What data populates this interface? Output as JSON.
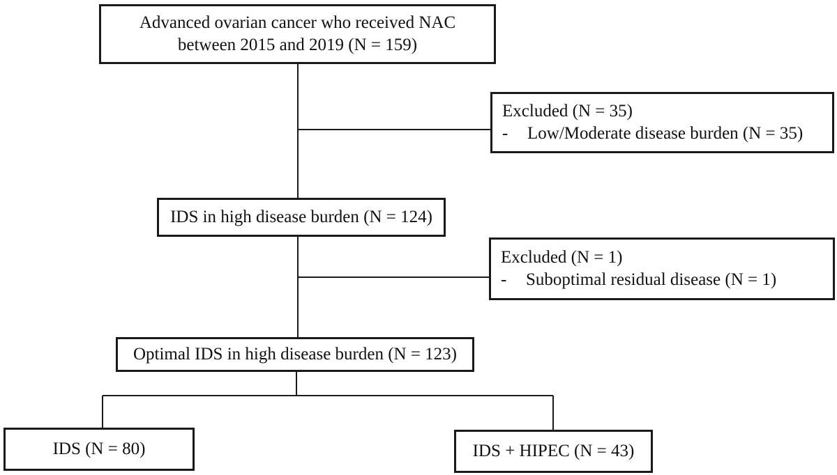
{
  "start": {
    "line1": "Advanced ovarian cancer who received NAC",
    "line2": "between 2015 and 2019 (N = 159)"
  },
  "exclusion1": {
    "title": "Excluded (N = 35)",
    "bullet": "-",
    "item": "Low/Moderate disease burden (N = 35)"
  },
  "ids_high": {
    "label": "IDS in high disease burden (N = 124)"
  },
  "exclusion2": {
    "title": "Excluded (N = 1)",
    "bullet": "-",
    "item": "Suboptimal residual disease (N = 1)"
  },
  "optimal": {
    "label": "Optimal IDS in high disease burden (N = 123)"
  },
  "arm_ids": {
    "label": "IDS (N = 80)"
  },
  "arm_hipec": {
    "label": "IDS + HIPEC (N = 43)"
  },
  "colors": {
    "stroke": "#1a1a1a",
    "background": "#ffffff"
  }
}
